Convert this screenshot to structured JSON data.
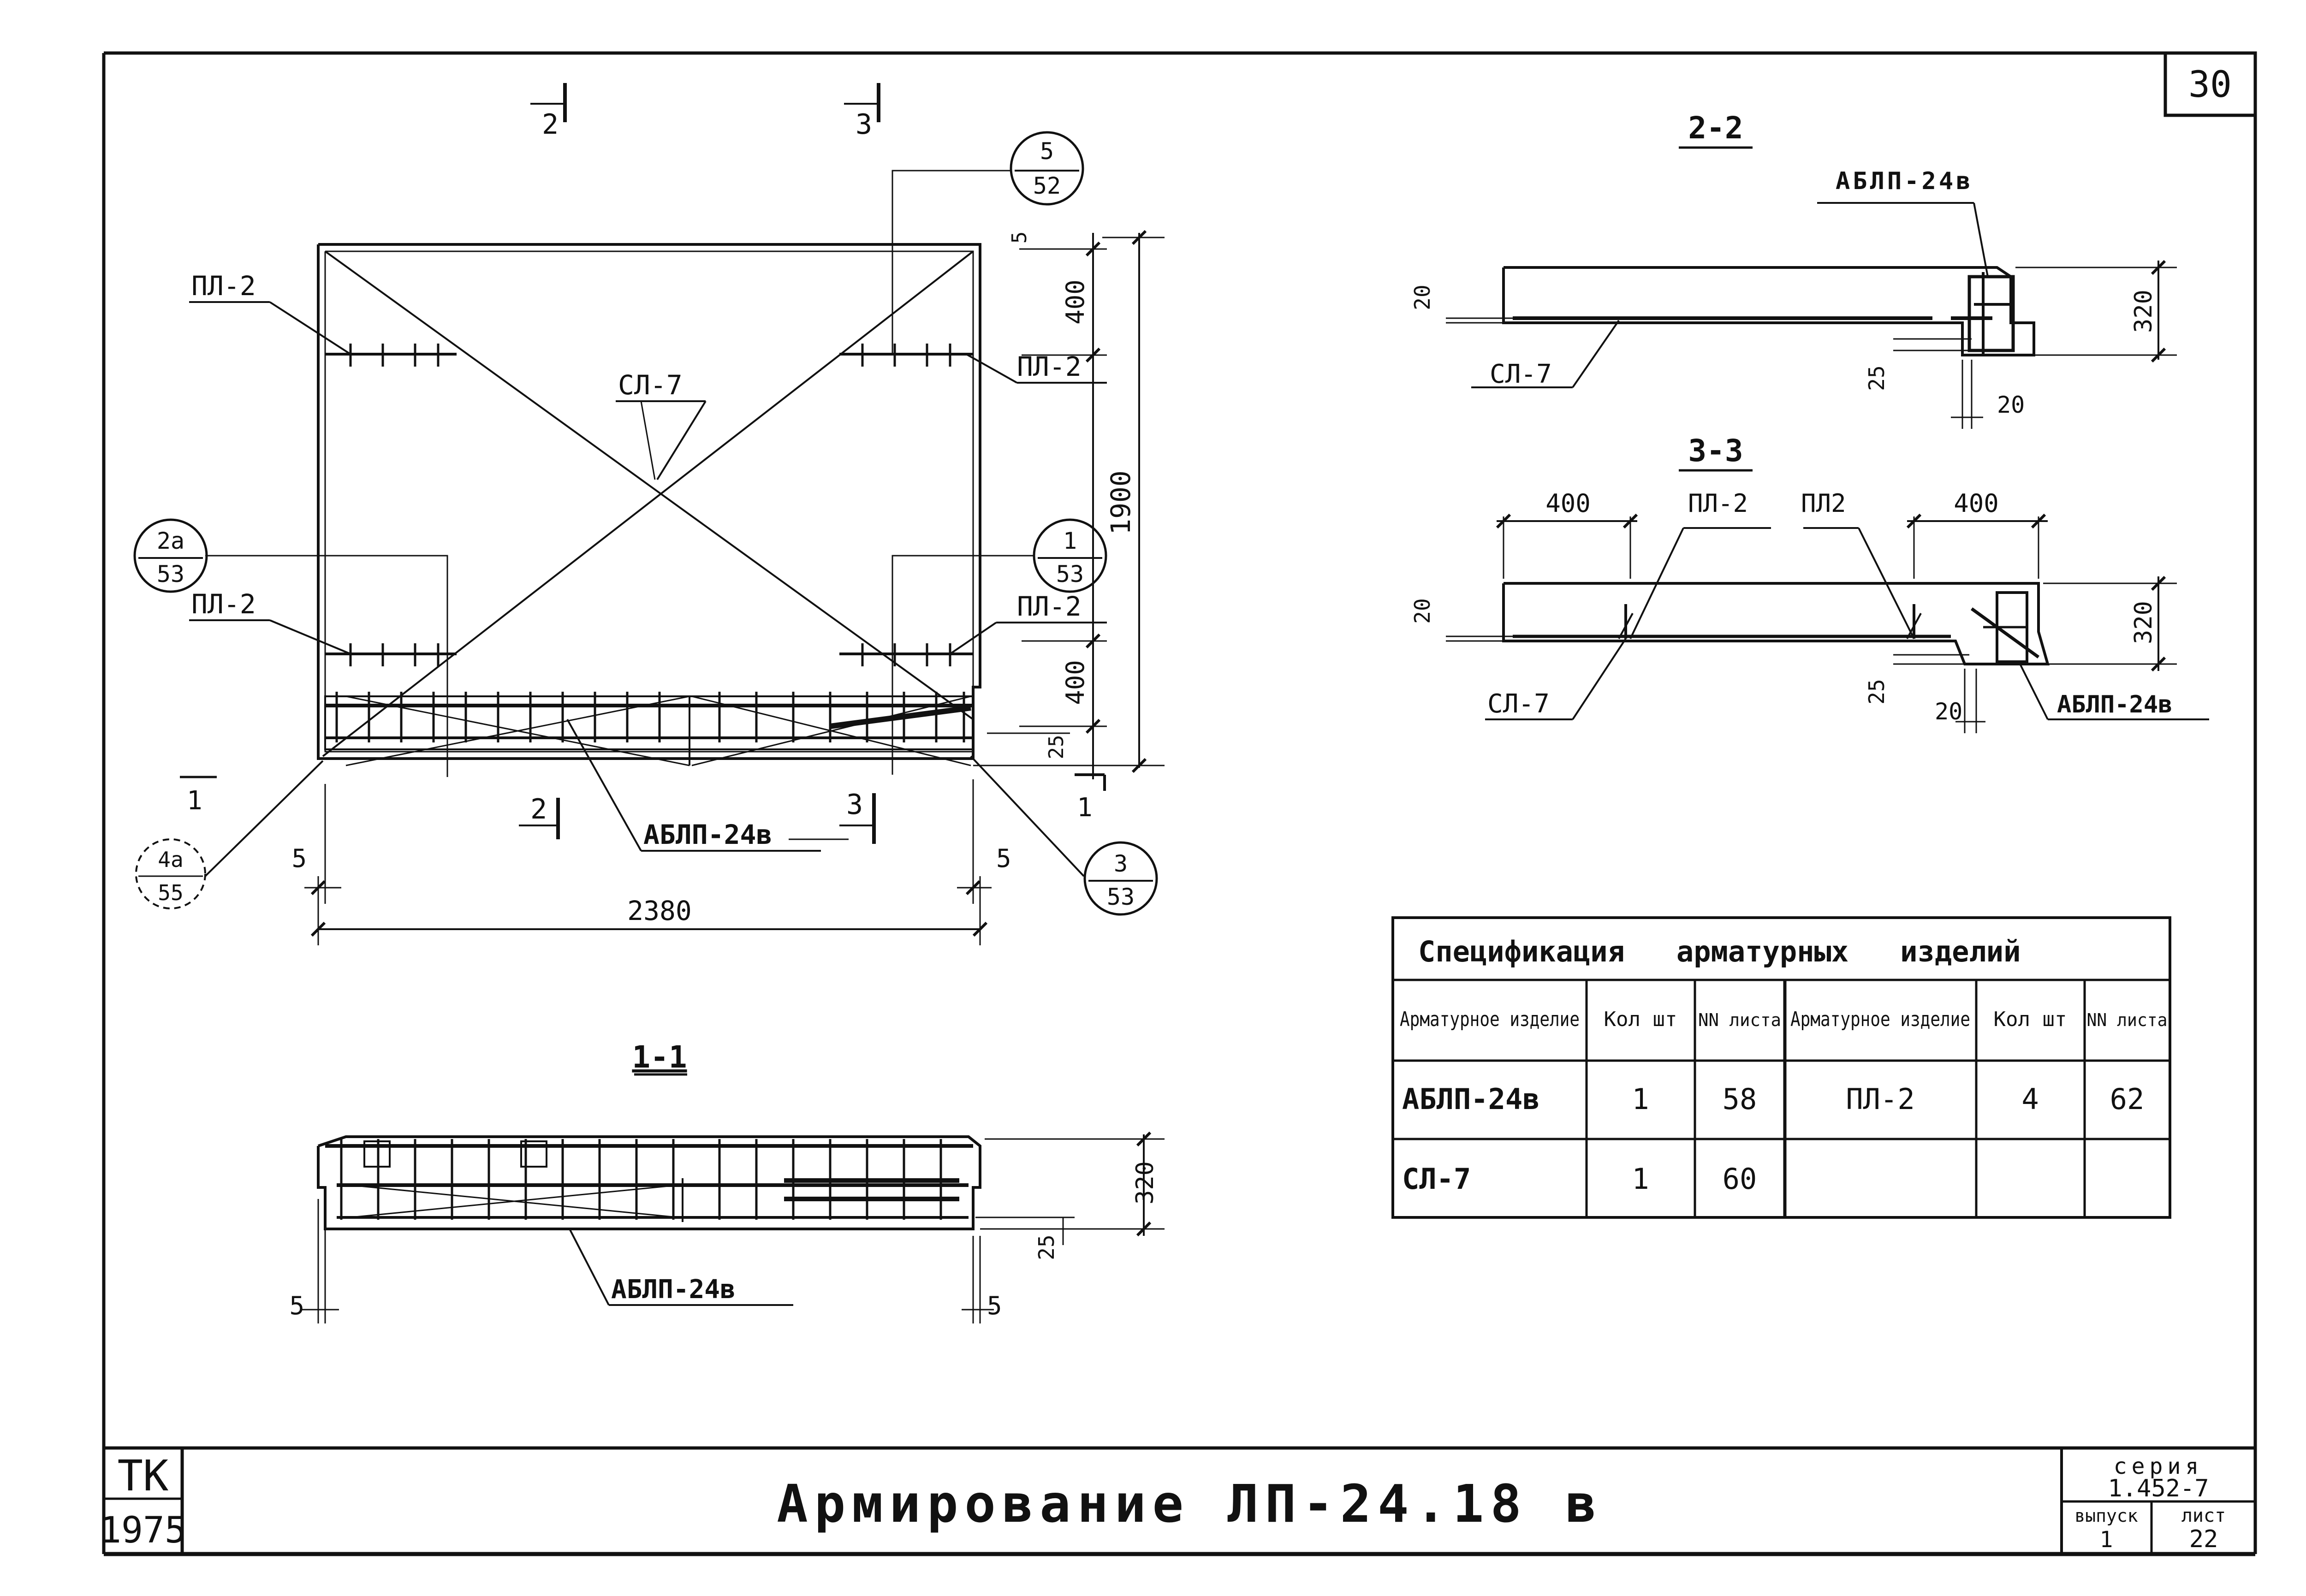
{
  "sheet_number": "30",
  "title": "Армирование   ЛП-24.18 в",
  "stamp": {
    "org": "ТК",
    "year": "1975"
  },
  "series_block": {
    "series_label": "серия",
    "series_value": "1.452-7",
    "issue_label": "выпуск",
    "issue_value": "1",
    "sheet_label": "лист",
    "sheet_value": "22"
  },
  "plan": {
    "labels": {
      "pl2_tl": "ПЛ-2",
      "pl2_tr": "ПЛ-2",
      "pl2_ml": "ПЛ-2",
      "pl2_mr": "ПЛ-2",
      "sl7": "СЛ-7",
      "ablp": "АБЛП-24в",
      "cut1": "1",
      "cut2_top": "2",
      "cut3_top": "3",
      "cut2_bot": "2",
      "cut3_bot": "3",
      "cut1_left": "1",
      "cut1_right": "1"
    },
    "dims": {
      "width": "2380",
      "height": "1900",
      "d400_top": "400",
      "d400_bot": "400",
      "d5": "5",
      "d25": "25"
    },
    "callouts": [
      {
        "top": "5",
        "bottom": "52"
      },
      {
        "top": "2а",
        "bottom": "53"
      },
      {
        "top": "1",
        "bottom": "53"
      },
      {
        "top": "3",
        "bottom": "53"
      },
      {
        "top": "4а",
        "bottom": "55"
      }
    ]
  },
  "section_1_1": {
    "title": "1-1",
    "ablp": "АБЛП-24в",
    "dims": {
      "h320": "320",
      "d25": "25",
      "d5": "5"
    }
  },
  "section_2_2": {
    "title": "2-2",
    "ablp": "АБЛП-24в",
    "sl7": "СЛ-7",
    "dims": {
      "d20": "20",
      "d25": "25",
      "h320": "320"
    }
  },
  "section_3_3": {
    "title": "3-3",
    "pl2_a": "ПЛ-2",
    "pl2_b": "ПЛ2",
    "sl7": "СЛ-7",
    "ablp": "АБЛП-24в",
    "dims": {
      "d400a": "400",
      "d400b": "400",
      "d20": "20",
      "d25": "25",
      "h320": "320"
    }
  },
  "spec_table": {
    "title": "Спецификация   арматурных   изделий",
    "headers": [
      "Арматурное изделие",
      "Кол шт",
      "NN листа",
      "Арматурное изделие",
      "Кол шт",
      "NN листа"
    ],
    "rows": [
      [
        "АБЛП-24в",
        "1",
        "58",
        "ПЛ-2",
        "4",
        "62"
      ],
      [
        "СЛ-7",
        "1",
        "60",
        "",
        "",
        ""
      ]
    ]
  }
}
